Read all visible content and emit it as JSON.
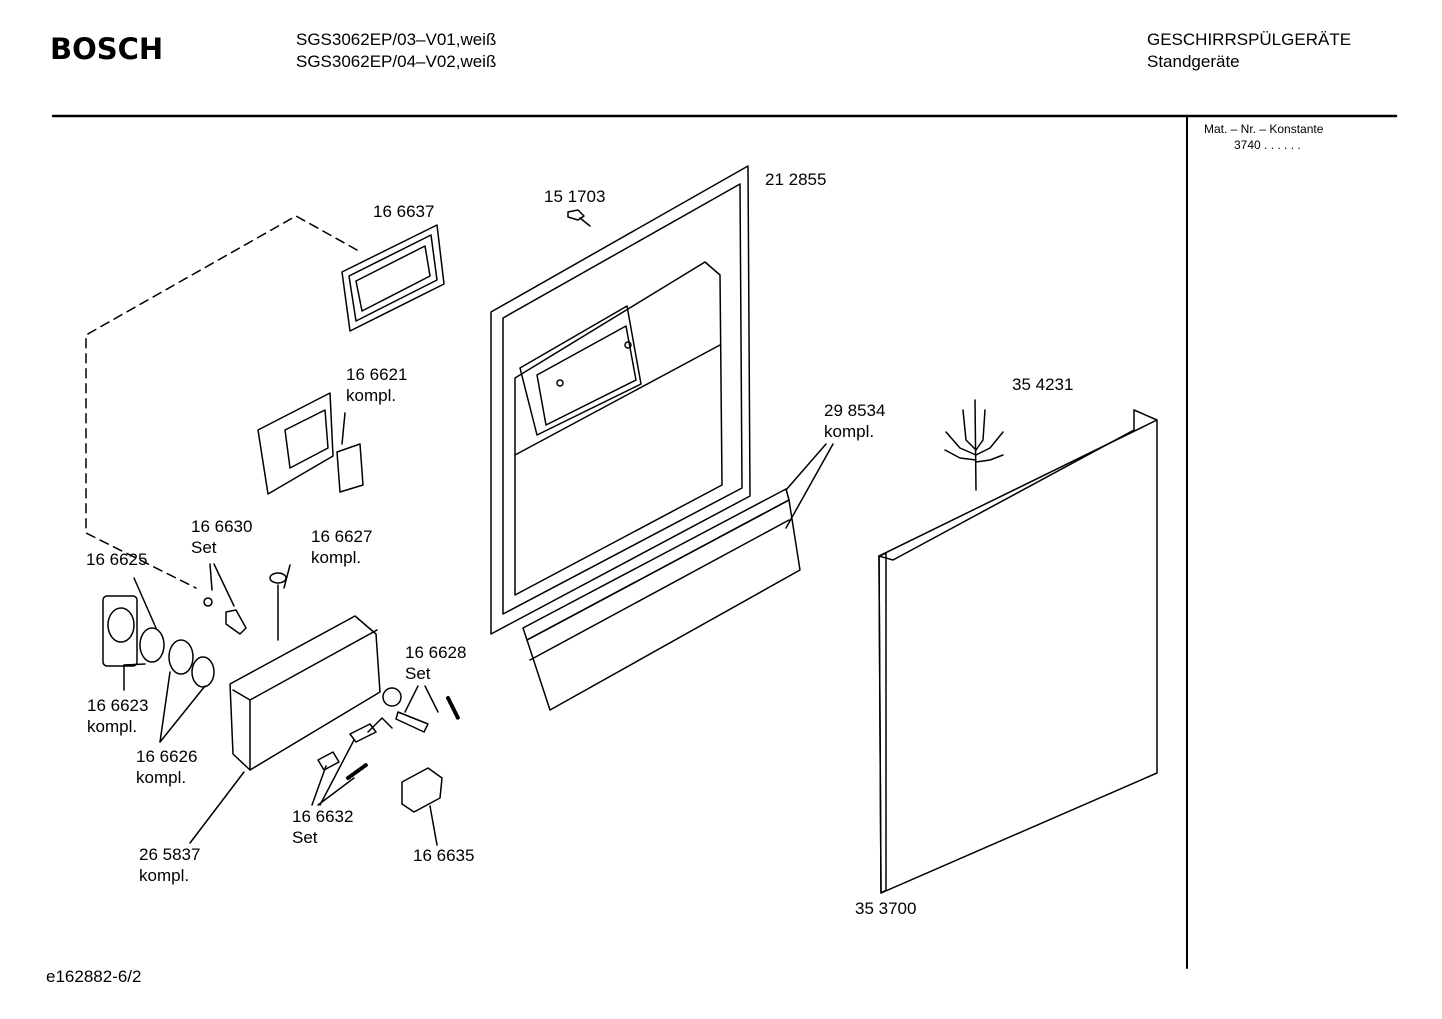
{
  "header": {
    "brand": "BOSCH",
    "models": [
      "SGS3062EP/03–V01,weiß",
      "SGS3062EP/04–V02,weiß"
    ],
    "category": [
      "GESCHIRRSPÜLGERÄTE",
      "Standgeräte"
    ]
  },
  "sidebar": {
    "heading": "Mat. – Nr. – Konstante",
    "value": "3740  .  .    .  .  .  ."
  },
  "parts": {
    "p166637": {
      "number": "16 6637"
    },
    "p151703": {
      "number": "15 1703"
    },
    "p212855": {
      "number": "21 2855"
    },
    "p166621": {
      "number": "16 6621",
      "note": "kompl."
    },
    "p298534": {
      "number": "29 8534",
      "note": "kompl."
    },
    "p354231": {
      "number": "35 4231"
    },
    "p166630": {
      "number": "16 6630",
      "note": "Set"
    },
    "p166627": {
      "number": "16 6627",
      "note": "kompl."
    },
    "p166625": {
      "number": "16 6625"
    },
    "p166628": {
      "number": "16 6628",
      "note": "Set"
    },
    "p166623": {
      "number": "16 6623",
      "note": "kompl."
    },
    "p166626": {
      "number": "16 6626",
      "note": "kompl."
    },
    "p166632": {
      "number": "16 6632",
      "note": "Set"
    },
    "p166635": {
      "number": "16 6635"
    },
    "p265837": {
      "number": "26 5837",
      "note": "kompl."
    },
    "p353700": {
      "number": "35 3700"
    }
  },
  "footer": {
    "drawing_id": "e162882-6/2"
  }
}
